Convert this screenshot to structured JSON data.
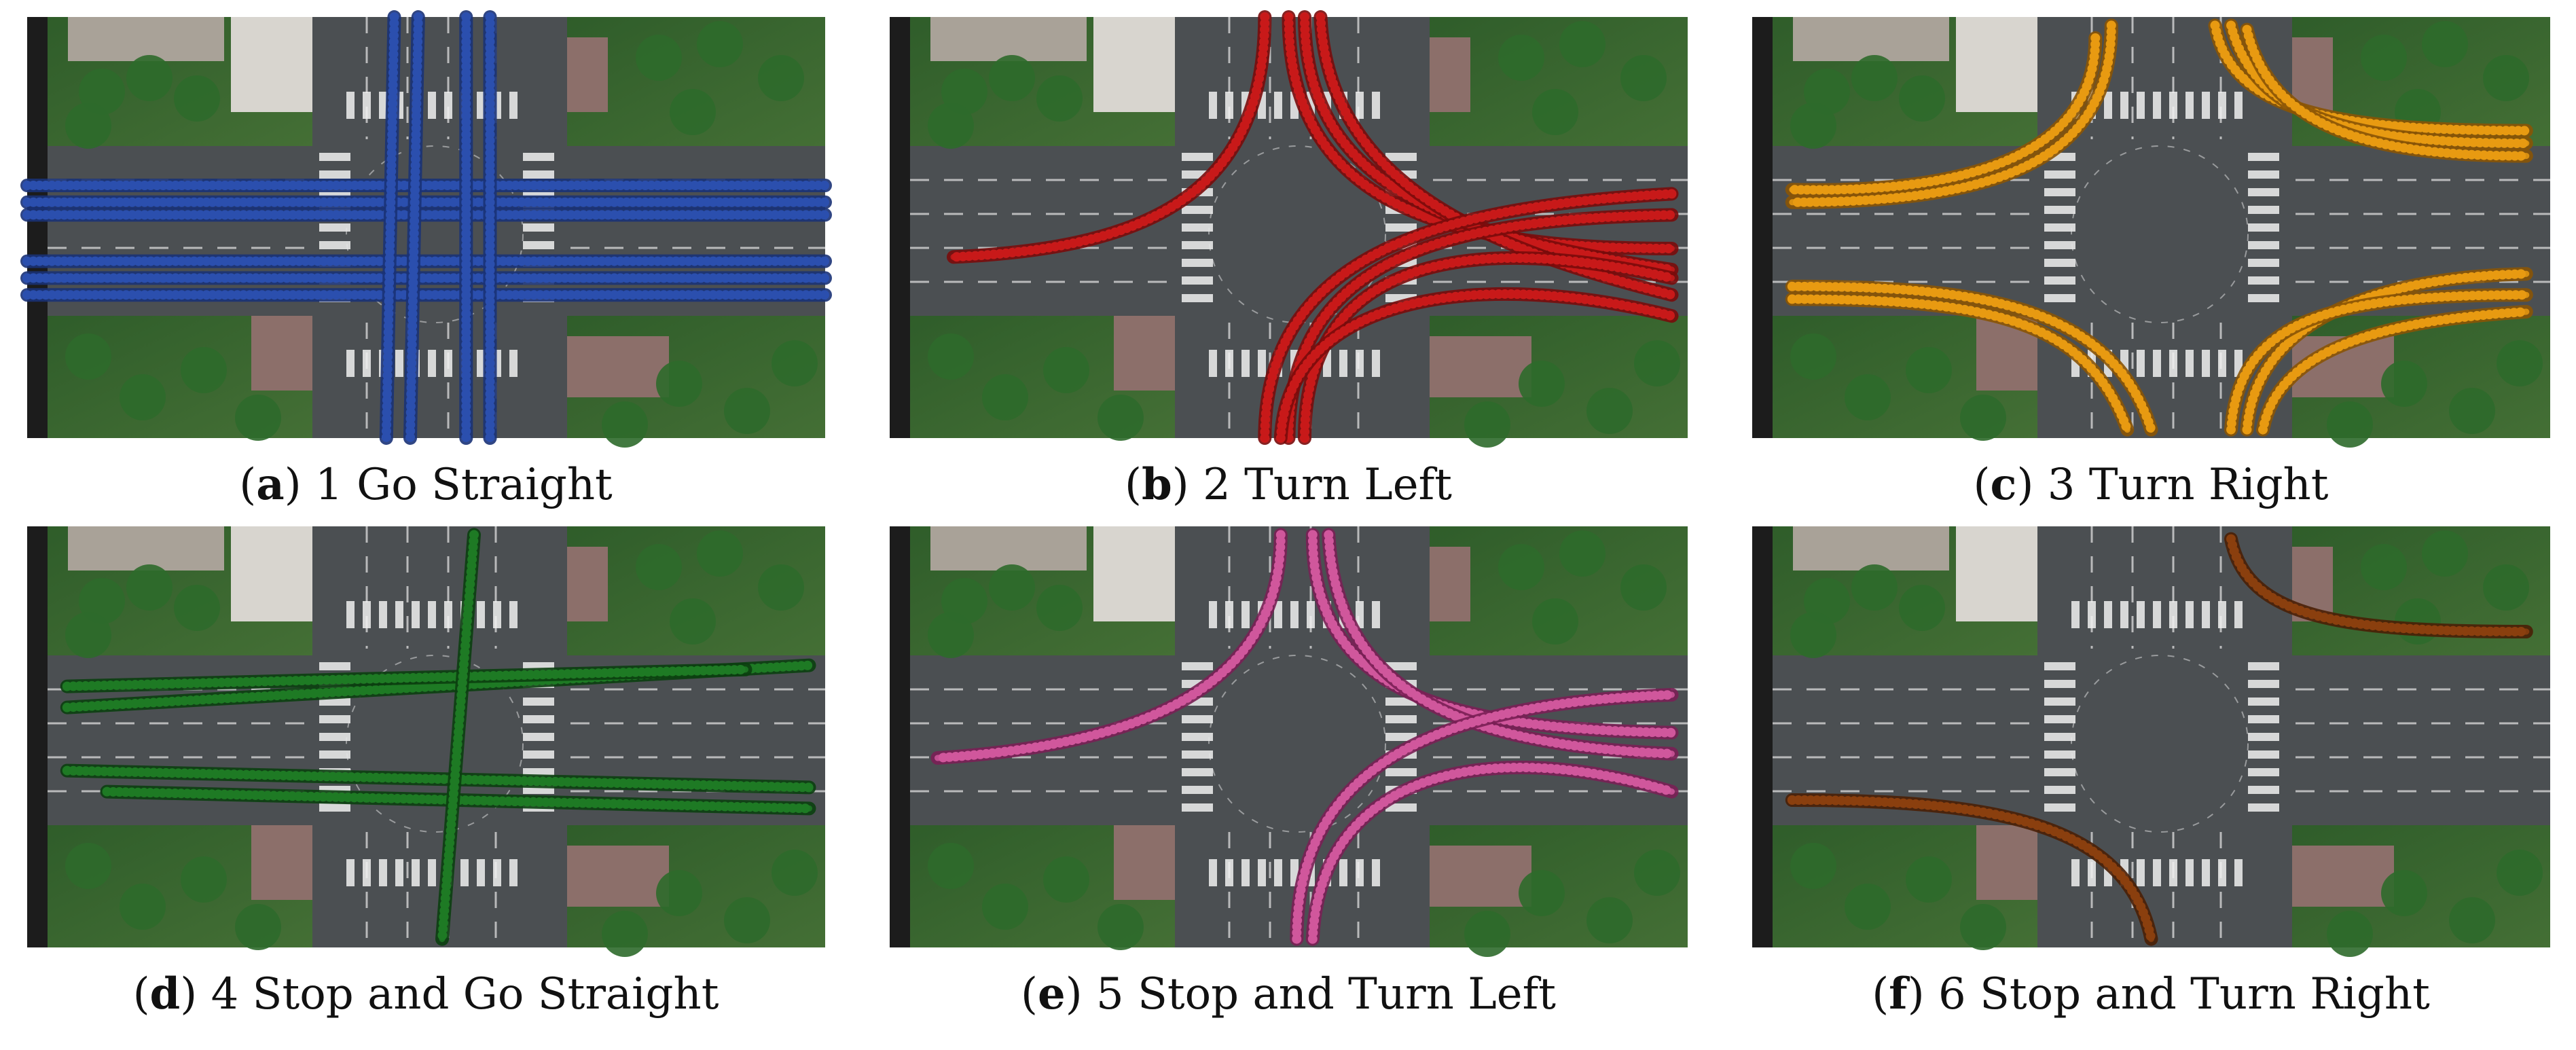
{
  "panels": [
    {
      "letter": "a",
      "caption": "1 Go Straight",
      "color": "#2b4fae",
      "edge": "#1a3277",
      "paths": [
        "M 0,0.40 L 1,0.40",
        "M 0,0.44 L 1,0.44",
        "M 0,0.47 L 1,0.47",
        "M 0,0.58 L 1,0.58",
        "M 0,0.62 L 1,0.62",
        "M 0,0.66 L 1,0.66",
        "M 0.46,0 L 0.45,1",
        "M 0.49,0 L 0.48,1",
        "M 0.55,0 L 0.55,1",
        "M 0.58,0 L 0.58,1"
      ]
    },
    {
      "letter": "b",
      "caption": "2 Turn Left",
      "color": "#c81a1a",
      "edge": "#7a0b0b",
      "paths": [
        "M 0.47,0 C 0.47,0.45 0.30,0.55 0.08,0.57",
        "M 0.50,0 C 0.50,0.45 0.70,0.55 0.98,0.55",
        "M 0.52,0 C 0.52,0.40 0.70,0.52 0.98,0.60",
        "M 0.54,0 C 0.55,0.40 0.75,0.55 0.98,0.66",
        "M 0.47,1 C 0.47,0.55 0.70,0.45 0.98,0.42",
        "M 0.50,1 C 0.50,0.55 0.72,0.48 0.98,0.47",
        "M 0.52,1 C 0.52,0.60 0.70,0.50 0.98,0.62",
        "M 0.49,1 C 0.50,0.65 0.75,0.60 0.98,0.71"
      ]
    },
    {
      "letter": "c",
      "caption": "3 Turn Right",
      "color": "#e79a12",
      "edge": "#8a5405",
      "paths": [
        "M 0.45,0.02 C 0.45,0.35 0.30,0.44 0.05,0.44",
        "M 0.43,0.05 C 0.43,0.32 0.28,0.42 0.05,0.41",
        "M 0.58,0.02 C 0.60,0.22 0.72,0.27 0.97,0.27",
        "M 0.60,0.02 C 0.63,0.24 0.75,0.30 0.97,0.30",
        "M 0.62,0.03 C 0.65,0.27 0.78,0.33 0.97,0.33",
        "M 0.05,0.64 C 0.28,0.64 0.45,0.68 0.50,0.98",
        "M 0.05,0.67 C 0.30,0.67 0.42,0.72 0.47,0.98",
        "M 0.62,0.98 C 0.63,0.75 0.75,0.62 0.97,0.61",
        "M 0.60,0.98 C 0.61,0.72 0.72,0.66 0.97,0.66",
        "M 0.64,0.98 C 0.66,0.78 0.80,0.72 0.97,0.70"
      ]
    },
    {
      "letter": "d",
      "caption": "4 Stop and Go Straight",
      "color": "#1e7a24",
      "edge": "#0b3f10",
      "paths": [
        "M 0.05,0.43 L 0.98,0.33",
        "M 0.05,0.38 L 0.90,0.34",
        "M 0.05,0.58 L 0.98,0.62",
        "M 0.10,0.63 L 0.98,0.67",
        "M 0.56,0.02 L 0.52,0.98"
      ]
    },
    {
      "letter": "e",
      "caption": "5 Stop and Turn Left",
      "color": "#d0579c",
      "edge": "#7a1f55",
      "paths": [
        "M 0.49,0.02 C 0.49,0.40 0.30,0.52 0.06,0.55",
        "M 0.53,0.02 C 0.53,0.40 0.70,0.48 0.98,0.49",
        "M 0.55,0.02 C 0.56,0.40 0.72,0.52 0.98,0.54",
        "M 0.51,0.98 C 0.51,0.55 0.70,0.42 0.98,0.40",
        "M 0.53,0.98 C 0.54,0.58 0.75,0.50 0.98,0.63"
      ]
    },
    {
      "letter": "f",
      "caption": "6 Stop and Turn Right",
      "color": "#8a3f0e",
      "edge": "#4a1f05",
      "paths": [
        "M 0.60,0.03 C 0.62,0.22 0.74,0.25 0.97,0.25",
        "M 0.05,0.65 C 0.30,0.65 0.47,0.70 0.50,0.98"
      ]
    }
  ]
}
